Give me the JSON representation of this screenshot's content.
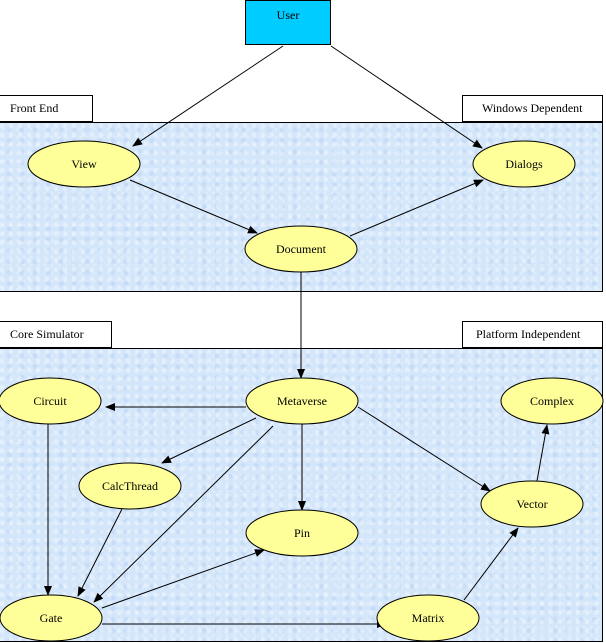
{
  "colors": {
    "node_fill": "#ffff99",
    "user_fill": "#00ccff",
    "panel_fill": "#d4e6fa",
    "line": "#000000"
  },
  "user": {
    "label": "User"
  },
  "regions": {
    "front_end": "Front End",
    "windows_dependent": "Windows Dependent",
    "core_simulator": "Core Simulator",
    "platform_independent": "Platform Independent"
  },
  "nodes": {
    "view": "View",
    "dialogs": "Dialogs",
    "document": "Document",
    "circuit": "Circuit",
    "metaverse": "Metaverse",
    "complex": "Complex",
    "calcthread": "CalcThread",
    "vector": "Vector",
    "pin": "Pin",
    "gate": "Gate",
    "matrix": "Matrix"
  },
  "edges": [
    {
      "from": "user",
      "to": "view"
    },
    {
      "from": "user",
      "to": "dialogs"
    },
    {
      "from": "view",
      "to": "document"
    },
    {
      "from": "document",
      "to": "dialogs"
    },
    {
      "from": "document",
      "to": "metaverse"
    },
    {
      "from": "metaverse",
      "to": "circuit"
    },
    {
      "from": "metaverse",
      "to": "calcthread"
    },
    {
      "from": "metaverse",
      "to": "gate"
    },
    {
      "from": "metaverse",
      "to": "pin"
    },
    {
      "from": "metaverse",
      "to": "vector"
    },
    {
      "from": "circuit",
      "to": "gate"
    },
    {
      "from": "calcthread",
      "to": "gate"
    },
    {
      "from": "gate",
      "to": "pin"
    },
    {
      "from": "gate",
      "to": "matrix"
    },
    {
      "from": "matrix",
      "to": "vector"
    },
    {
      "from": "vector",
      "to": "complex"
    }
  ]
}
